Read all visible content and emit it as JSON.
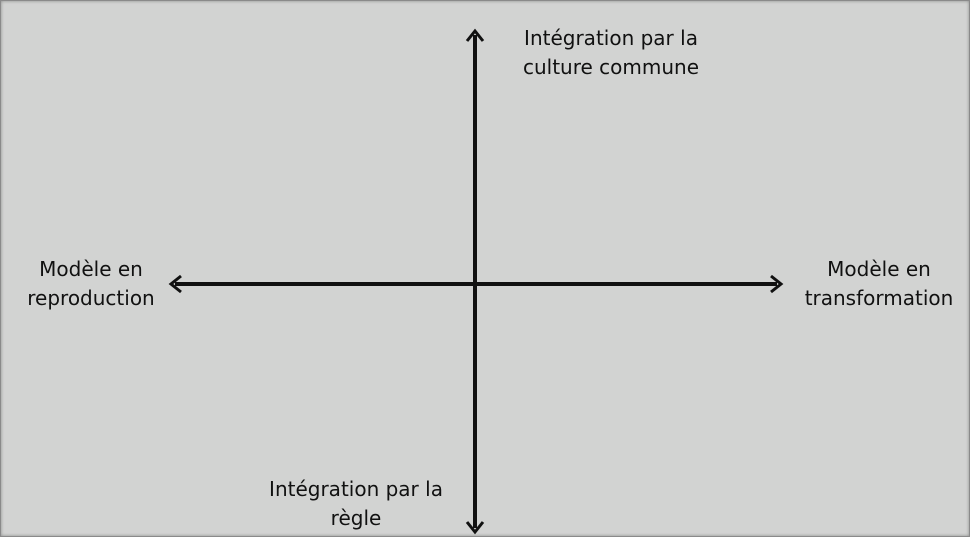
{
  "diagram": {
    "background_color": "#d2d3d2",
    "axis_color": "#111111",
    "top_label": "Intégration par la\nculture commune",
    "bottom_label": "Intégration par la\nrègle",
    "left_label": "Modèle en\nreproduction",
    "right_label": "Modèle en\ntransformation"
  }
}
